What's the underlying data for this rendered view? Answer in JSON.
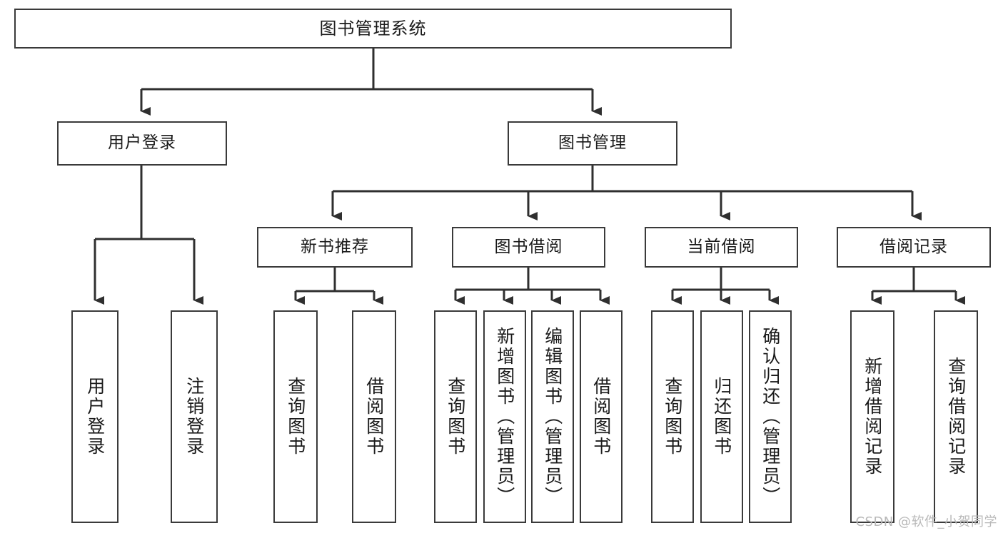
{
  "diagram": {
    "title_box": {
      "label": "图书管理系统"
    },
    "level1": [
      {
        "id": "user-login",
        "label": "用户登录"
      },
      {
        "id": "book-management",
        "label": "图书管理"
      }
    ],
    "level2": [
      {
        "id": "new-book-recommend",
        "label": "新书推荐"
      },
      {
        "id": "book-borrow",
        "label": "图书借阅"
      },
      {
        "id": "current-borrow",
        "label": "当前借阅"
      },
      {
        "id": "borrow-record",
        "label": "借阅记录"
      }
    ],
    "leaves": [
      {
        "id": "leaf-user-login",
        "label": "用户登录"
      },
      {
        "id": "leaf-logout-login",
        "label": "注销登录"
      },
      {
        "id": "leaf-query-book-1",
        "label": "查询图书"
      },
      {
        "id": "leaf-borrow-book-1",
        "label": "借阅图书"
      },
      {
        "id": "leaf-query-book-2",
        "label": "查询图书"
      },
      {
        "id": "leaf-add-book-admin",
        "label": "新增图书（管理员）"
      },
      {
        "id": "leaf-edit-book-admin",
        "label": "编辑图书（管理员）"
      },
      {
        "id": "leaf-borrow-book-2",
        "label": "借阅图书"
      },
      {
        "id": "leaf-query-book-3",
        "label": "查询图书"
      },
      {
        "id": "leaf-return-book",
        "label": "归还图书"
      },
      {
        "id": "leaf-confirm-return-admin",
        "label": "确认归还（管理员）"
      },
      {
        "id": "leaf-add-borrow-record",
        "label": "新增借阅记录"
      },
      {
        "id": "leaf-query-borrow-record",
        "label": "查询借阅记录"
      }
    ],
    "watermark": "CSDN @软件_小贺同学",
    "colors": {
      "stroke": "#3a3a3a",
      "fill": "#ffffff",
      "text": "#1a1a1a",
      "watermark": "#b9b9b9"
    }
  }
}
